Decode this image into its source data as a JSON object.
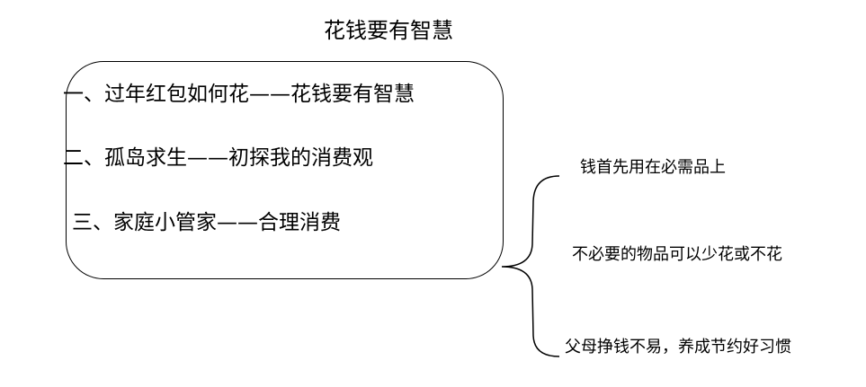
{
  "title": "花钱要有智慧",
  "sections": [
    {
      "label": "一、过年红包如何花——花钱要有智慧"
    },
    {
      "label": "二、孤岛求生——初探我的消费观"
    },
    {
      "label": "三、家庭小管家——合理消费"
    }
  ],
  "points": [
    {
      "label": "钱首先用在必需品上"
    },
    {
      "label": "不必要的物品可以少花或不花"
    },
    {
      "label": "父母挣钱不易，养成节约好习惯"
    }
  ]
}
